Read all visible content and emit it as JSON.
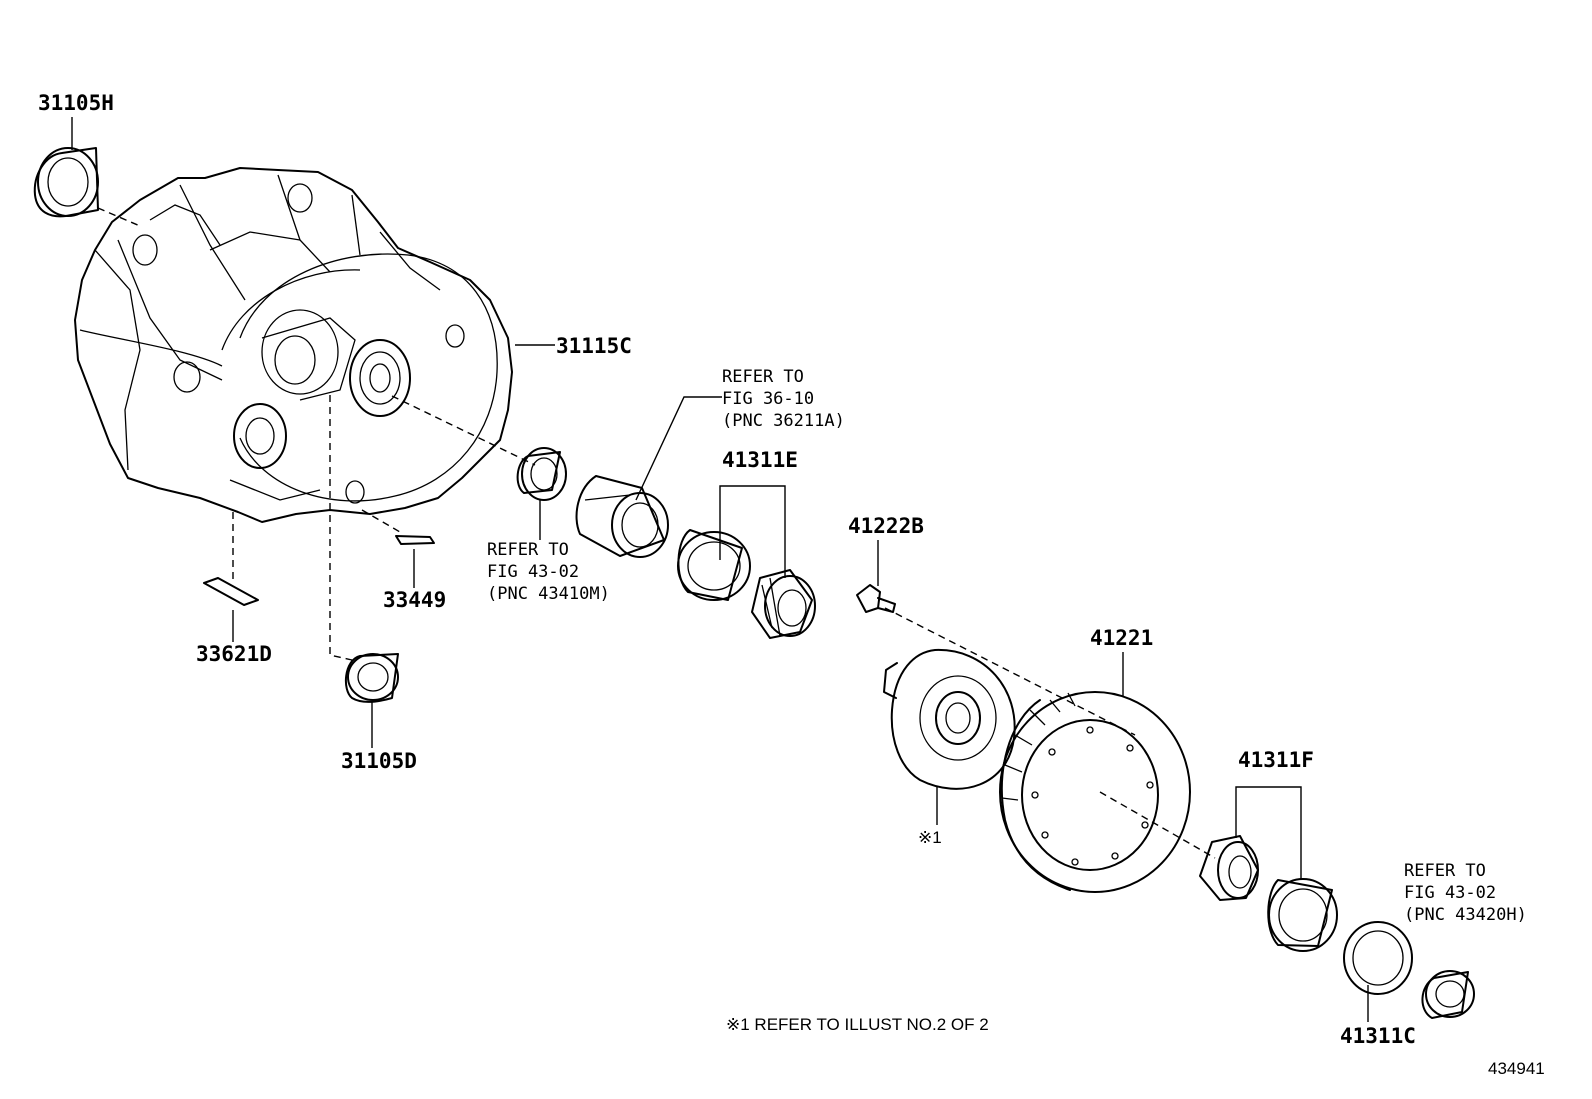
{
  "callouts": {
    "p31105H": "31105H",
    "p31115C": "31115C",
    "p33449": "33449",
    "p33621D": "33621D",
    "p31105D": "31105D",
    "p41311E": "41311E",
    "p41222B": "41222B",
    "p41221": "41221",
    "p41311F": "41311F",
    "p41311C": "41311C",
    "star1": "※1"
  },
  "references": {
    "ref_36_10": [
      "REFER TO",
      "FIG 36-10",
      "(PNC 36211A)"
    ],
    "ref_43_02_m": [
      "REFER TO",
      "FIG 43-02",
      "(PNC 43410M)"
    ],
    "ref_43_02_h": [
      "REFER TO",
      "FIG 43-02",
      "(PNC 43420H)"
    ]
  },
  "footnote": "※1 REFER TO ILLUST NO.2 OF 2",
  "figure_number": "434941"
}
